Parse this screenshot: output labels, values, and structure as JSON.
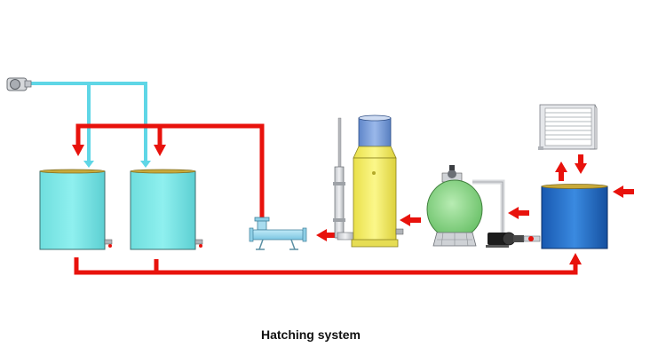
{
  "caption": "Hatching system",
  "colors": {
    "flow_arrow": "#e8120c",
    "air_line": "#5fd6e6",
    "hatching_tank": "#7fe6e6",
    "protein_skimmer": "#f2ee6a",
    "sand_filter": "#8fd68f",
    "sump_tank": "#1f6cc4",
    "pump": "#1c1c1c",
    "uv_pipe": "#9fd9ee"
  },
  "components": [
    {
      "id": "air-blower",
      "icon": "air-blower-icon"
    },
    {
      "id": "hatching-tank-1",
      "icon": "tank-icon"
    },
    {
      "id": "hatching-tank-2",
      "icon": "tank-icon"
    },
    {
      "id": "uv-sterilizer",
      "icon": "uv-pipe-icon"
    },
    {
      "id": "protein-skimmer",
      "icon": "protein-skimmer-icon"
    },
    {
      "id": "sand-filter",
      "icon": "sand-filter-icon"
    },
    {
      "id": "water-pump",
      "icon": "pump-icon"
    },
    {
      "id": "sump-tank",
      "icon": "tank-icon"
    },
    {
      "id": "chiller",
      "icon": "heat-pump-icon"
    }
  ]
}
